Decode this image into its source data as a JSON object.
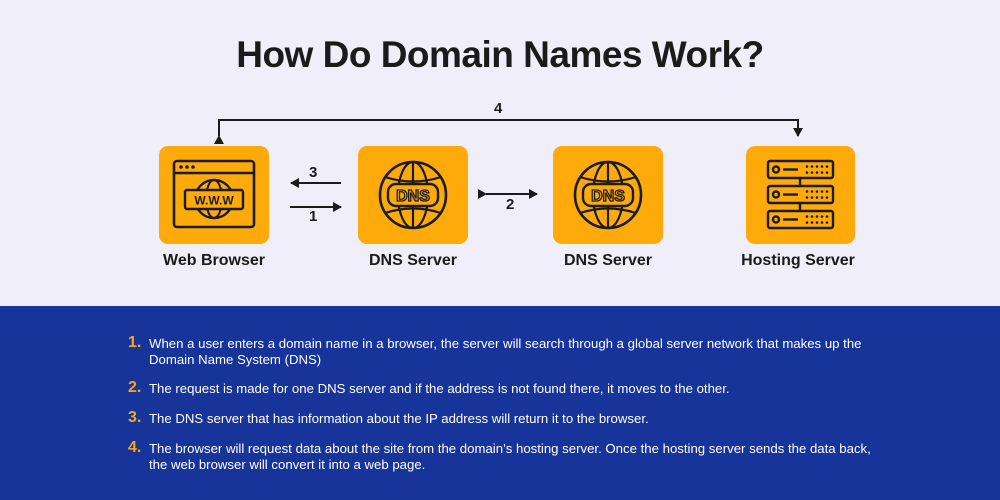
{
  "title": "How Do Domain Names Work?",
  "nodes": [
    {
      "label": "Web Browser",
      "icon": "www-browser-window-icon",
      "icon_text": "W.W.W"
    },
    {
      "label": "DNS Server",
      "icon": "dns-globe-icon",
      "icon_text": "DNS"
    },
    {
      "label": "DNS Server",
      "icon": "dns-globe-icon",
      "icon_text": "DNS"
    },
    {
      "label": "Hosting Server",
      "icon": "server-rack-icon"
    }
  ],
  "arrows": {
    "step1": "1",
    "step2": "2",
    "step3": "3",
    "step4": "4"
  },
  "steps": [
    {
      "num": "1.",
      "text": "When a user enters a domain name in a browser, the server will search through a global server network that makes up the Domain Name System (DNS)"
    },
    {
      "num": "2.",
      "text": "The request is made for one DNS server and if the address is not found there, it moves to the other."
    },
    {
      "num": "3.",
      "text": "The DNS server that has information about the IP address will return it to the browser."
    },
    {
      "num": "4.",
      "text": "The browser will request data about the site from the domain’s hosting server. Once the hosting server sends the data back, the web browser will convert it into a web page."
    }
  ],
  "colors": {
    "background": "#f0eef9",
    "node_fill": "#fdaa0a",
    "icon_stroke": "#1b1b1b",
    "panel": "#17349a",
    "step_number": "#f7a71b",
    "step_text": "#ffffff"
  }
}
